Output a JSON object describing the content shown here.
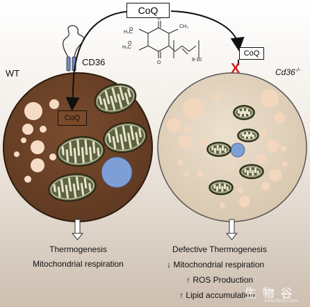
{
  "labels": {
    "coq": "CoQ",
    "cd36": "CD36",
    "wt": "WT",
    "knockout": "Cd36",
    "knockout_sup": "-/-",
    "chain_repeat": "9-10",
    "blocked_mark": "X"
  },
  "wt_outcomes": [
    "Thermogenesis",
    "Mitochondrial respiration"
  ],
  "ko_outcomes": {
    "title": "Defective Thermogenesis",
    "items": [
      {
        "arrow": "↓",
        "text": "Mitochondrial respiration"
      },
      {
        "arrow": "↑",
        "text": "ROS Production"
      },
      {
        "arrow": "↑",
        "text": "Lipid accumulation"
      }
    ]
  },
  "watermark": {
    "cn": "生 物 谷",
    "en": "www.bioon.com"
  },
  "colors": {
    "wt_cell": "#6e4428",
    "ko_cell": "#e2d2bc",
    "lipid": "#f6dcc6",
    "mito_fill": "#5f6440",
    "mito_cristae": "#e8e6cf",
    "nucleus": "#7e9ed6",
    "blocked": "#d51c1c"
  }
}
